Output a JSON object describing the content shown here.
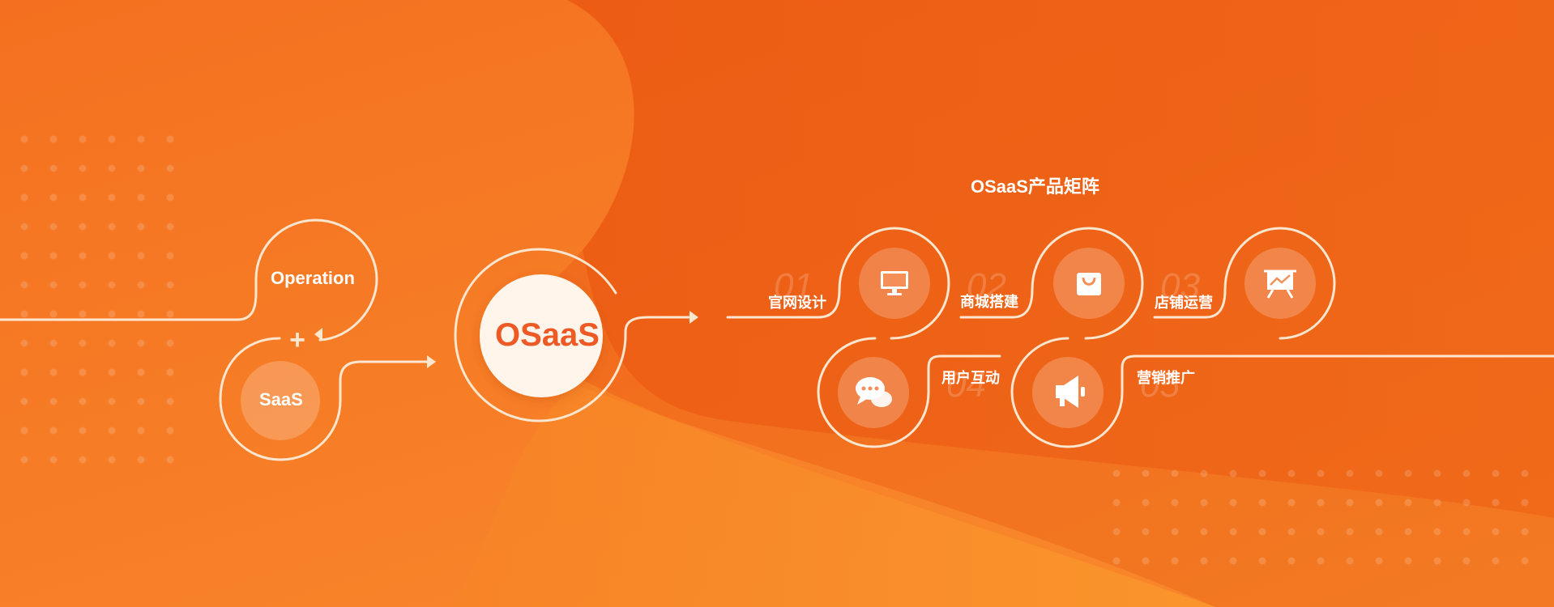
{
  "colors": {
    "background_top": "#ec5a12",
    "background_bottom": "#f8922a",
    "logo_circle": "#fff5ea",
    "logo_text": "#ee5a26",
    "line": "#fde6cf"
  },
  "left": {
    "operation_label": "Operation",
    "plus_sign": "+",
    "saas_label": "SaaS",
    "logo_label": "OSaaS"
  },
  "matrix": {
    "title": "OSaaS产品矩阵",
    "products": [
      {
        "number": "01",
        "label": "官网设计",
        "icon": "monitor-icon"
      },
      {
        "number": "02",
        "label": "商城搭建",
        "icon": "shopping-bag-icon"
      },
      {
        "number": "03",
        "label": "店铺运营",
        "icon": "presentation-chart-icon"
      },
      {
        "number": "04",
        "label": "用户互动",
        "icon": "chat-bubbles-icon"
      },
      {
        "number": "05",
        "label": "营销推广",
        "icon": "megaphone-icon"
      }
    ]
  }
}
